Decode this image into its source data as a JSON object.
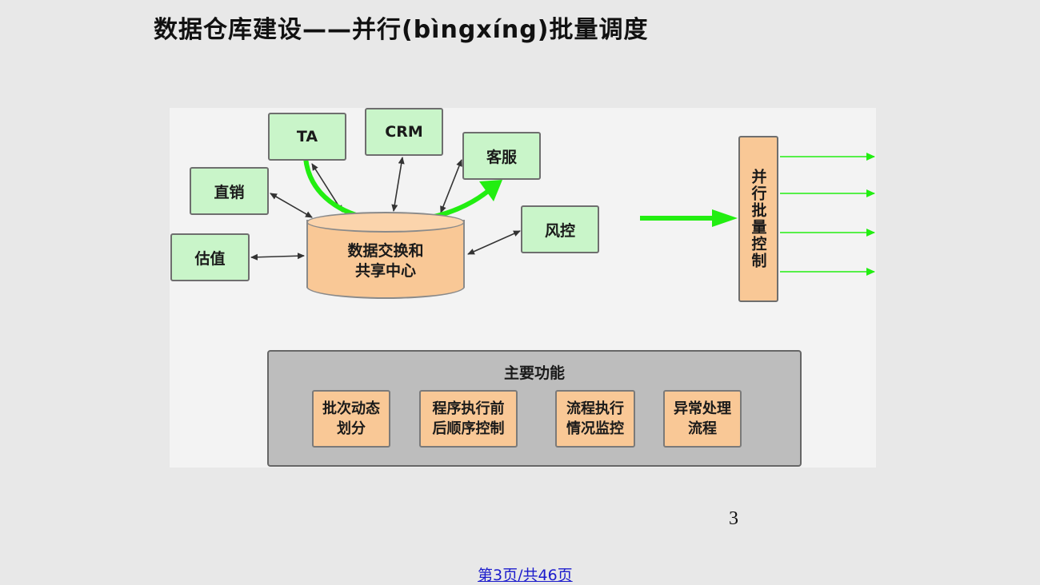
{
  "title": "数据仓库建设——并行(bìngxíng)批量调度",
  "nodes": {
    "ta": "TA",
    "crm": "CRM",
    "kefu": "客服",
    "zhixiao": "直销",
    "guzhi": "估值",
    "fengkong": "风控",
    "hub": "数据交换和\n共享中心",
    "batch": "并行批量控制"
  },
  "functions": {
    "title": "主要功能",
    "items": [
      "批次动态\n划分",
      "程序执行前\n后顺序控制",
      "流程执行\n情况监控",
      "异常处理\n流程"
    ]
  },
  "colors": {
    "green_box": "#c9f5c9",
    "orange_box": "#f9c896",
    "green_arrow": "#22ee11",
    "panel_gray": "#bdbdbd"
  },
  "page_number": "3",
  "footer": "第3页/共46页"
}
